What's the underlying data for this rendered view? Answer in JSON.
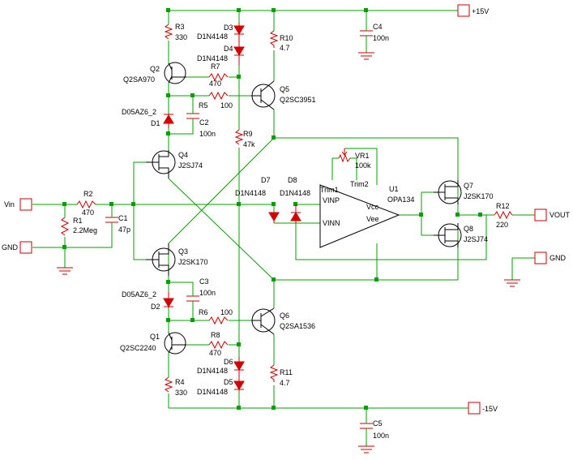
{
  "ports": {
    "vin": "Vin",
    "gnd_in": "GND",
    "vpos": "+15V",
    "vneg": "-15V",
    "vout": "VOUT",
    "gnd_out": "GND"
  },
  "components": {
    "R1": {
      "ref": "R1",
      "value": "2.2Meg"
    },
    "R2": {
      "ref": "R2",
      "value": "470"
    },
    "C1": {
      "ref": "C1",
      "value": "47p"
    },
    "R3": {
      "ref": "R3",
      "value": "330"
    },
    "R4": {
      "ref": "R4",
      "value": "330"
    },
    "R5": {
      "ref": "R5",
      "value": "100"
    },
    "R6": {
      "ref": "R6",
      "value": "100"
    },
    "R7": {
      "ref": "R7",
      "value": "470"
    },
    "R8": {
      "ref": "R8",
      "value": "470"
    },
    "R9": {
      "ref": "R9",
      "value": "47k"
    },
    "R10": {
      "ref": "R10",
      "value": "4.7"
    },
    "R11": {
      "ref": "R11",
      "value": "4.7"
    },
    "R12": {
      "ref": "R12",
      "value": "220"
    },
    "C2": {
      "ref": "C2",
      "value": "100n"
    },
    "C3": {
      "ref": "C3",
      "value": "100n"
    },
    "C4": {
      "ref": "C4",
      "value": "100n"
    },
    "C5": {
      "ref": "C5",
      "value": "100n"
    },
    "D1": {
      "ref": "D1",
      "value": "D05AZ6_2"
    },
    "D2": {
      "ref": "D2",
      "value": "D05AZ6_2"
    },
    "D3": {
      "ref": "D3",
      "value": "D1N4148"
    },
    "D4": {
      "ref": "D4",
      "value": "D1N4148"
    },
    "D5": {
      "ref": "D5",
      "value": "D1N4148"
    },
    "D6": {
      "ref": "D6",
      "value": "D1N4148"
    },
    "D7": {
      "ref": "D7",
      "value": "D1N4148"
    },
    "D8": {
      "ref": "D8",
      "value": "D1N4148"
    },
    "Q1": {
      "ref": "Q1",
      "value": "Q2SC2240"
    },
    "Q2": {
      "ref": "Q2",
      "value": "Q2SA970"
    },
    "Q3": {
      "ref": "Q3",
      "value": "J2SK170"
    },
    "Q4": {
      "ref": "Q4",
      "value": "J2SJ74"
    },
    "Q5": {
      "ref": "Q5",
      "value": "Q2SC3951"
    },
    "Q6": {
      "ref": "Q6",
      "value": "Q2SA1536"
    },
    "Q7": {
      "ref": "Q7",
      "value": "J2SK170"
    },
    "Q8": {
      "ref": "Q8",
      "value": "J2SJ74"
    },
    "VR1": {
      "ref": "VR1",
      "value": "100k"
    },
    "U1": {
      "ref": "U1",
      "value": "OPA134"
    }
  },
  "opamp_pins": {
    "vinp": "VINP",
    "vinn": "VINN",
    "vcc": "Vcc",
    "vee": "Vee",
    "trim1": "Trim1",
    "trim2": "Trim2"
  }
}
